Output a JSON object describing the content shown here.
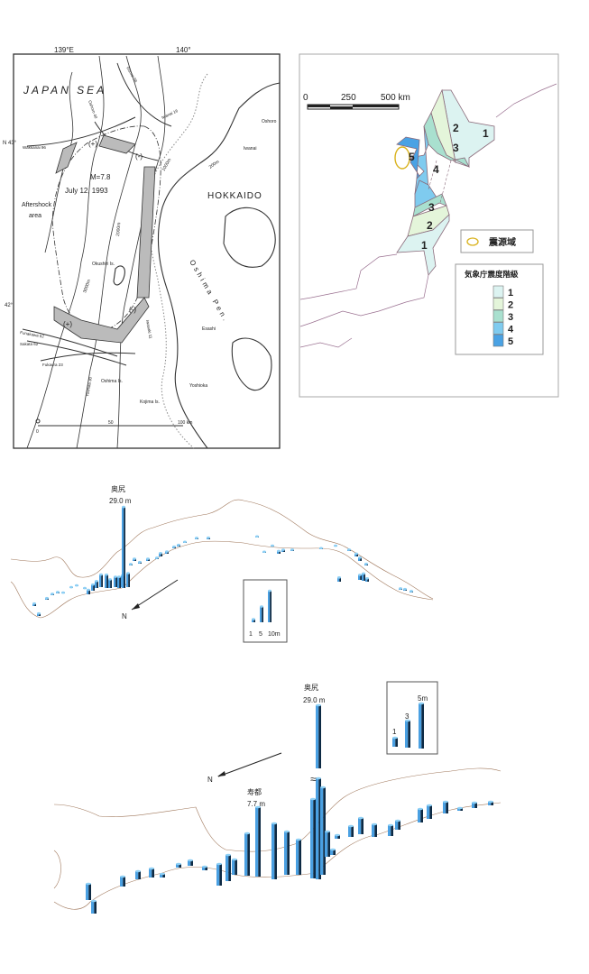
{
  "figure_a": {
    "lon_labels": [
      "139°E",
      "140°"
    ],
    "lat_labels": [
      "N 43°",
      "42°"
    ],
    "sea_label": "JAPAN SEA",
    "land_label": "HOKKAIDO",
    "peninsula_label": "Oshima Pen.",
    "epicenter_label": "M=7.8",
    "date_label": "July 12, 1993",
    "aftershock_label_1": "Aftershock",
    "aftershock_label_2": "area",
    "place_labels": [
      "Oshoro",
      "Iwanai",
      "Okushiri Is.",
      "Esashi",
      "Oshima Is.",
      "Kojima Is.",
      "Yoshioka"
    ],
    "fault_labels": [
      "Rumoi 58",
      "Oshoro 40",
      "Iwanai 16",
      "Wakkanai 96",
      "Funakawa 52",
      "Sakata 62",
      "Fukaura 23",
      "Yoshida 30",
      "Iwasaki 11"
    ],
    "depth_labels": [
      "1000m",
      "2000m",
      "3000m",
      "200m"
    ],
    "polarity_labels": [
      "(+)",
      "(-)"
    ],
    "scale_labels": [
      "0",
      "50",
      "100 km"
    ]
  },
  "figure_b": {
    "scale_labels": [
      "0",
      "250",
      "500 km"
    ],
    "source_legend": "震源域",
    "intensity_legend_title": "気象庁震度階級",
    "intensity_levels": [
      "1",
      "2",
      "3",
      "4",
      "5"
    ],
    "intensity_colors": [
      "#dcf3f1",
      "#e4f5da",
      "#a9e0cf",
      "#7fcbef",
      "#4aa2e4"
    ],
    "zone_labels": [
      "1",
      "2",
      "3",
      "5",
      "4",
      "3",
      "2",
      "1"
    ],
    "source_color": "#d9b21c"
  },
  "figure_c": {
    "peak_label": "奥尻",
    "peak_value": "29.0 m",
    "north_label": "N",
    "legend_labels": [
      "1",
      "5",
      "10m"
    ],
    "legend_values_m": [
      1,
      5,
      10
    ],
    "bar_heights_m": [
      0.9,
      0.9,
      0.6,
      0.5,
      0.5,
      0.3,
      0.3,
      0.3,
      0.3,
      1.6,
      2.2,
      2.5,
      4.5,
      4.8,
      3.1,
      3.7,
      4.0,
      4.2,
      5.0,
      29.0,
      0.5,
      0.8,
      0.6,
      0.8,
      0.5,
      1.2,
      0.8,
      0.6,
      0.6,
      0.4,
      0.5,
      0.6,
      0.4,
      0.4,
      0.3,
      1.0,
      0.8,
      0.5,
      0.4,
      0.3,
      0.5,
      1.0,
      1.2,
      0.6,
      1.5,
      1.8,
      2.6,
      1.2,
      0.5,
      0.6,
      0.5
    ],
    "bar_color": "#4aa0e2"
  },
  "figure_d": {
    "peak_label": "奥尻",
    "peak_value": "29.0 m",
    "second_label": "寿都",
    "second_value": "7.7 m",
    "north_label": "N",
    "legend_labels": [
      "1",
      "3",
      "5m"
    ],
    "legend_values_m": [
      1,
      3,
      5
    ],
    "bar_heights_m": [
      1.8,
      1.4,
      1.1,
      0.9,
      1.0,
      0.4,
      0.4,
      0.6,
      0.4,
      2.4,
      2.9,
      1.7,
      4.7,
      7.7,
      6.2,
      4.8,
      3.9,
      8.8,
      29.0,
      9.7,
      2.8,
      0.6,
      0.4,
      1.2,
      1.8,
      1.4,
      1.2,
      1.0,
      1.5,
      1.5,
      1.3,
      0.3,
      0.6,
      0.4
    ],
    "bar_color": "#4aa0e2"
  }
}
